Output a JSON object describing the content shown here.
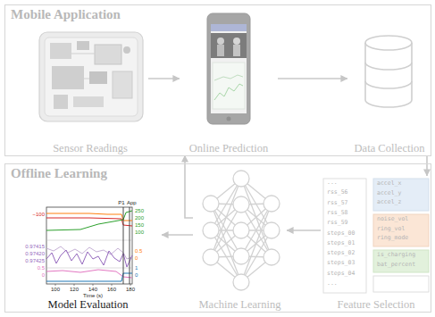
{
  "diagram": {
    "nodes": [
      {
        "text": [
          "Mobile Application"
        ]
      },
      {
        "text": [
          "Sensor Readings"
        ],
        "in": 0
      },
      {
        "text": [
          "Online Prediction"
        ],
        "in": 0
      },
      {
        "text": [
          "Data Collection"
        ],
        "in": 0
      },
      {
        "text": [
          "Offline Learning"
        ]
      },
      {
        "text": [
          "Model Evaluation"
        ],
        "in": 4
      },
      {
        "text": [
          "Machine Learning"
        ],
        "in": 4
      },
      {
        "text": [
          "Feature Selection"
        ],
        "in": 4
      }
    ],
    "edges": [
      {
        "from": 1,
        "to": 2,
        "arrow": "to"
      },
      {
        "from": 2,
        "to": 3,
        "arrow": "to"
      },
      {
        "from": 3,
        "to": 7,
        "arrow": "to"
      },
      {
        "from": 7,
        "to": 6,
        "arrow": "to"
      },
      {
        "from": 6,
        "to": 5,
        "arrow": "to"
      },
      {
        "from": 6,
        "to": 2,
        "arrow": "to"
      }
    ],
    "labels": [
      "...",
      "rss_56",
      "rss_57",
      "rss_58",
      "rss_59",
      "steps_00",
      "steps_01",
      "steps_02",
      "steps_03",
      "steps_04",
      "...",
      "accel_x",
      "accel_y",
      "accel_z",
      "noise_vol",
      "ring_vol",
      "ring_mode",
      "is_charging",
      "bat_percent",
      "−100",
      "0.97415",
      "0.97420",
      "0.97425",
      "0.5",
      "0",
      "250",
      "200",
      "150",
      "100",
      "0.5",
      "0",
      "1",
      "0",
      "100",
      "120",
      "140",
      "160",
      "180",
      "Time (s)",
      "P1",
      "App"
    ]
  }
}
